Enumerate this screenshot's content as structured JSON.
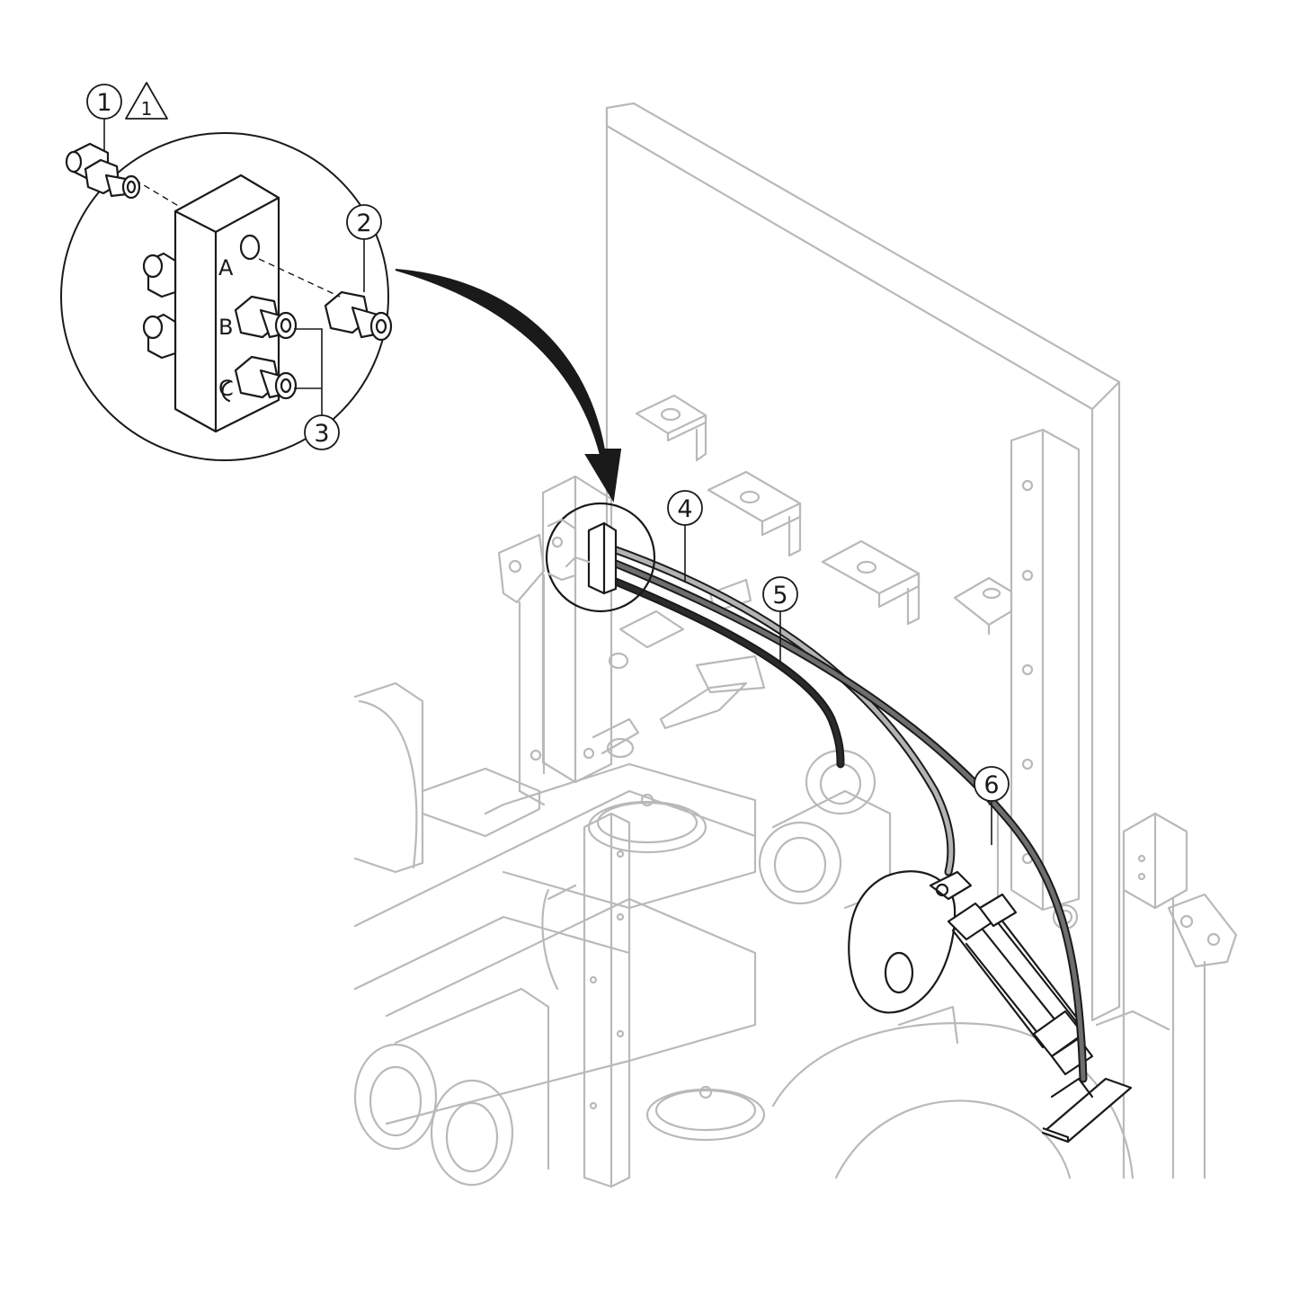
{
  "callouts": {
    "c1": "1",
    "c2": "2",
    "c3": "3",
    "c4": "4",
    "c5": "5",
    "c6": "6"
  },
  "warning_symbol": {
    "number": "1",
    "icon": "warning-triangle-icon"
  },
  "manifold_ports": {
    "a": "A",
    "b": "B",
    "c": "C"
  },
  "hose_colors": {
    "light": "#b3b3b3",
    "medium": "#6e6e6e",
    "dark": "#2b2b2b"
  }
}
